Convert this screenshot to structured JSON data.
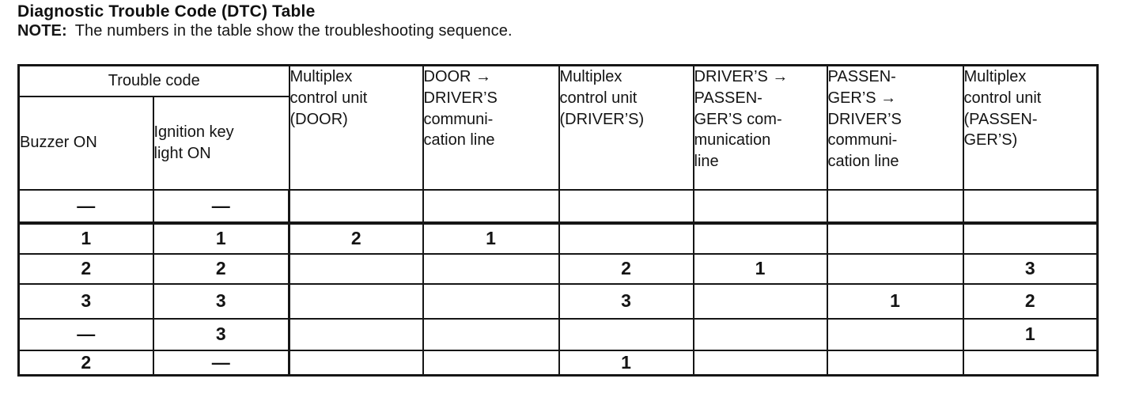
{
  "page": {
    "title": "Diagnostic Trouble Code (DTC) Table",
    "note_label": "NOTE:",
    "note_text": "The numbers in the table show the troubleshooting sequence."
  },
  "table": {
    "header": {
      "trouble_code_group": "Trouble code",
      "sub_columns": [
        "Buzzer ON",
        "Ignition key\nlight ON"
      ],
      "columns": [
        "Multiplex\ncontrol unit\n(DOOR)",
        "DOOR →\nDRIVER’S\ncommuni-\ncation line",
        "Multiplex\ncontrol unit\n(DRIVER’S)",
        "DRIVER’S →\nPASSEN-\nGER’S com-\nmunication\nline",
        "PASSEN-\nGER’S →\nDRIVER’S\ncommuni-\ncation line",
        "Multiplex\ncontrol unit\n(PASSEN-\nGER’S)"
      ]
    },
    "rows": [
      [
        "—",
        "—",
        "",
        "",
        "",
        "",
        "",
        ""
      ],
      [
        "1",
        "1",
        "2",
        "1",
        "",
        "",
        "",
        ""
      ],
      [
        "2",
        "2",
        "",
        "",
        "2",
        "1",
        "",
        "3"
      ],
      [
        "3",
        "3",
        "",
        "",
        "3",
        "",
        "1",
        "2"
      ],
      [
        "—",
        "3",
        "",
        "",
        "",
        "",
        "",
        "1"
      ],
      [
        "2",
        "—",
        "",
        "",
        "1",
        "",
        "",
        ""
      ]
    ]
  },
  "colors": {
    "text": "#141414",
    "border": "#161616",
    "background": "#ffffff"
  }
}
